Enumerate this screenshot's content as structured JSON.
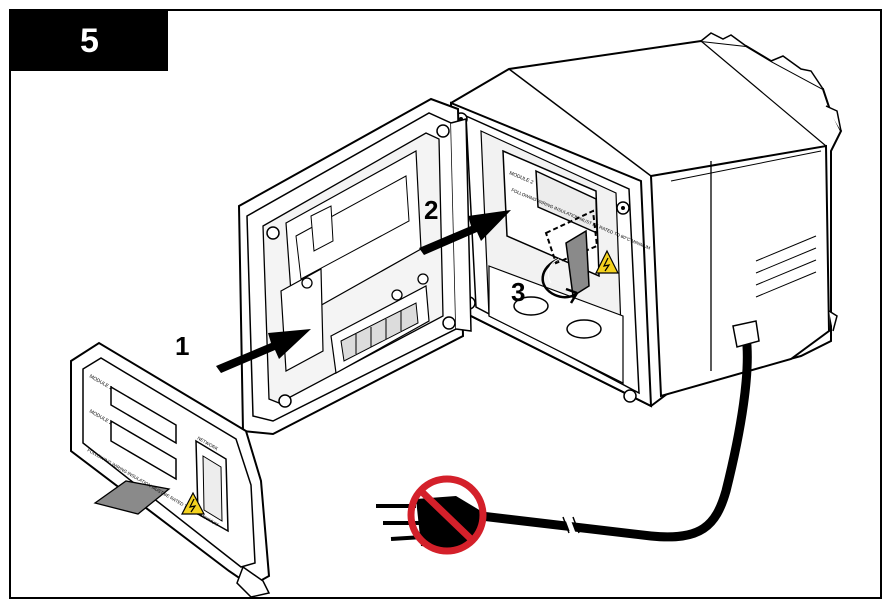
{
  "step_number": "5",
  "callouts": {
    "one": "1",
    "two": "2",
    "three": "3"
  },
  "label_text": {
    "module_1": "MODULE 1",
    "module_2": "MODULE 2",
    "network": "NETWORK",
    "module_2_inner": "MODULE 2",
    "following_wiring_cover": "FOLLOWING WIRING INSULATION MUST BE RATED TO 80°C MINIMUM",
    "following_wiring_inner": "FOLLOWING WIRING INSULATION MUST BE RATED TO 80°C MINIMUM"
  },
  "colors": {
    "line": "#000000",
    "fill": "#ffffff",
    "shade": "#cfcfcf",
    "dark_shade": "#8a8a8a",
    "warning_yellow": "#f4d21f",
    "prohibit_red": "#d4202a"
  },
  "icons": [
    "warning-triangle-icon",
    "no-power-plug-icon",
    "rotate-arrow-icon"
  ]
}
